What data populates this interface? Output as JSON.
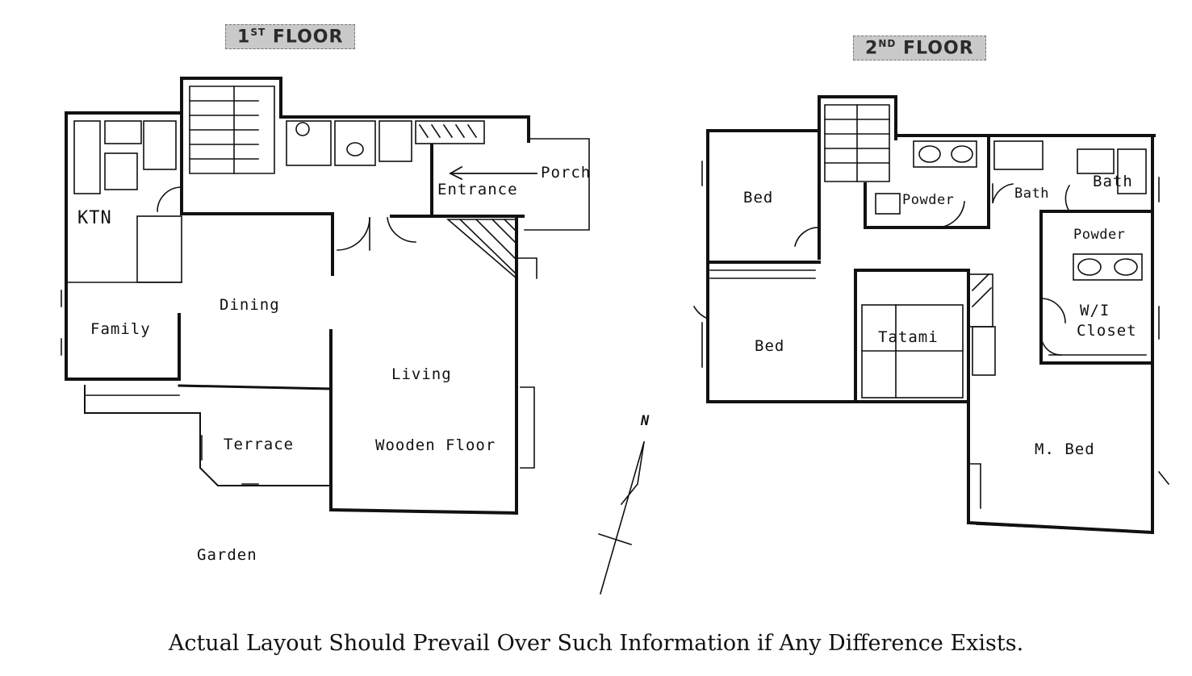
{
  "floor1": {
    "title_num": "1",
    "title_sup": "ST",
    "title_word": "FLOOR",
    "rooms": {
      "ktn": "KTN",
      "family": "Family",
      "dining": "Dining",
      "living": "Living",
      "wooden_floor": "Wooden Floor",
      "terrace": "Terrace",
      "garden": "Garden",
      "entrance": "Entrance",
      "porch": "Porch"
    }
  },
  "floor2": {
    "title_num": "2",
    "title_sup": "ND",
    "title_word": "FLOOR",
    "rooms": {
      "bed_upper": "Bed",
      "bed_lower": "Bed",
      "powder_left": "Powder",
      "bath_left": "Bath",
      "bath_right": "Bath",
      "powder_right": "Powder",
      "wi_closet_1": "W/I",
      "wi_closet_2": "Closet",
      "tatami": "Tatami",
      "master_bed": "M. Bed"
    }
  },
  "compass": {
    "north_label": "N"
  },
  "disclaimer": "Actual Layout Should Prevail Over Such Information if Any Difference Exists."
}
